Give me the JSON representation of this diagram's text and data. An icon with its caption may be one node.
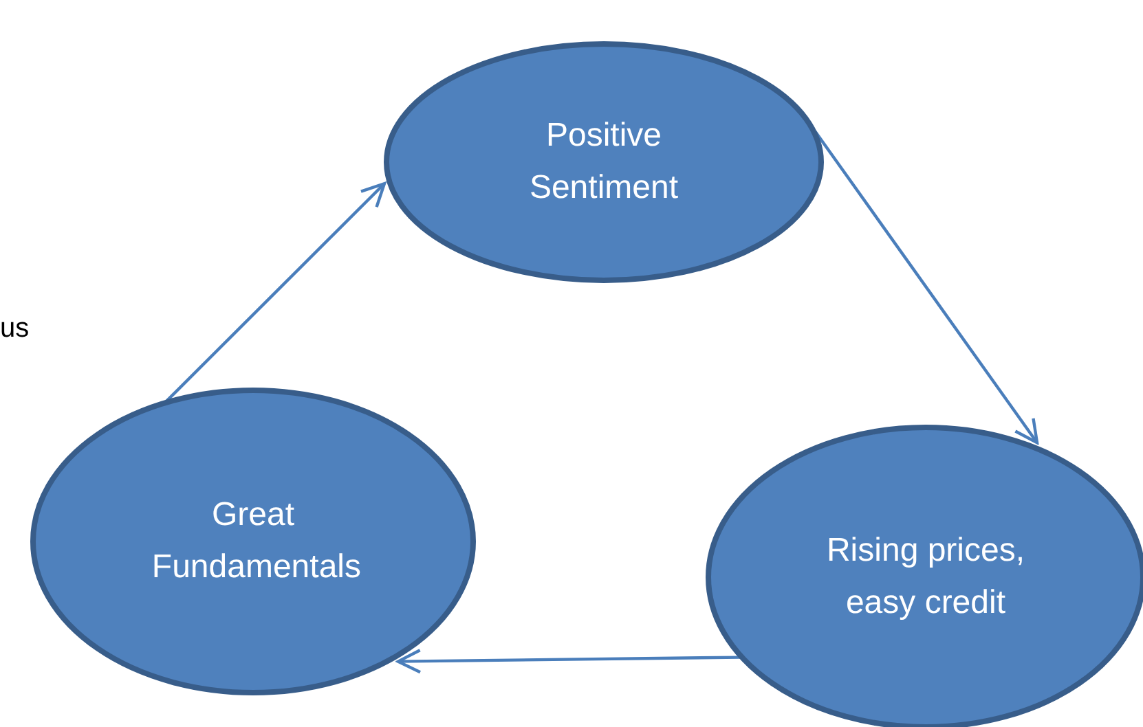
{
  "diagram": {
    "nodes": [
      {
        "text": [
          "Positive Sentiment"
        ]
      },
      {
        "text": [
          "Rising prices, easy credit"
        ]
      },
      {
        "text": [
          "Great Fundamentals"
        ]
      }
    ],
    "edges": [
      {
        "from": 0,
        "to": 1,
        "arrow": "to"
      },
      {
        "from": 1,
        "to": 2,
        "arrow": "to"
      },
      {
        "from": 2,
        "to": 0,
        "arrow": "to"
      }
    ],
    "labels": [
      "us"
    ]
  }
}
